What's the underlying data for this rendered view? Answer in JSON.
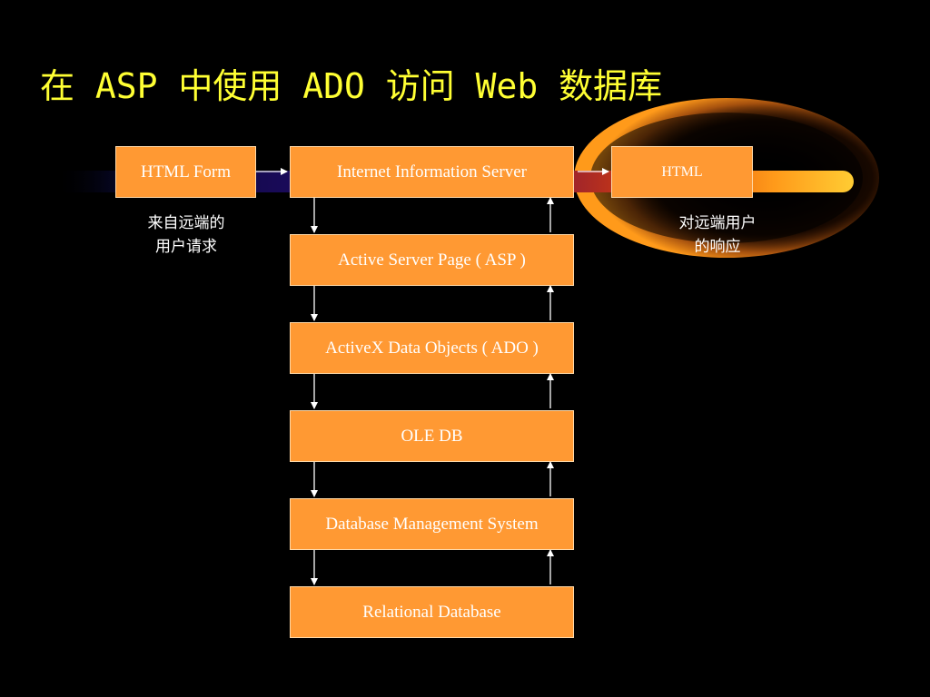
{
  "title": "在 ASP 中使用 ADO 访问 Web 数据库",
  "nodes": {
    "html_form": "HTML Form",
    "iis": "Internet Information Server",
    "html": "HTML",
    "asp": "Active Server Page ( ASP )",
    "ado": "ActiveX Data Objects ( ADO )",
    "oledb": "OLE DB",
    "dbms": "Database Management System",
    "rdb": "Relational Database"
  },
  "captions": {
    "request_line1": "来自远端的",
    "request_line2": "用户请求",
    "response_line1": "对远端用户",
    "response_line2": "的响应"
  },
  "colors": {
    "title": "#ffff33",
    "box_fill": "#ff9933",
    "background": "#000000"
  }
}
